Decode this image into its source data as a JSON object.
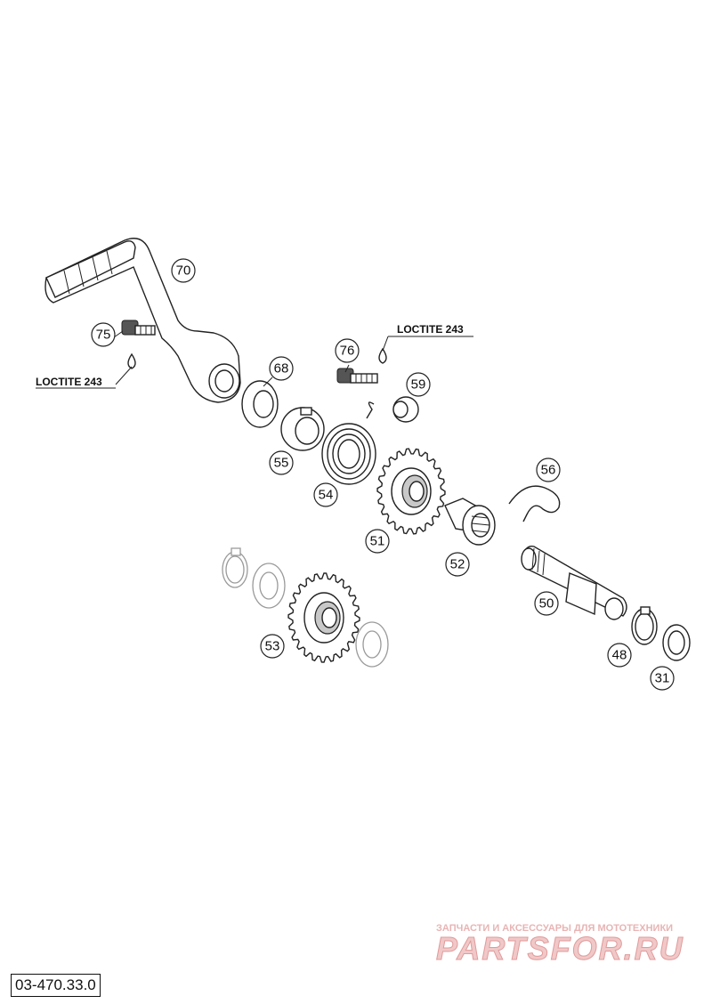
{
  "callouts": [
    {
      "id": "70",
      "label": "70"
    },
    {
      "id": "75",
      "label": "75"
    },
    {
      "id": "76",
      "label": "76"
    },
    {
      "id": "68",
      "label": "68"
    },
    {
      "id": "59",
      "label": "59"
    },
    {
      "id": "55",
      "label": "55"
    },
    {
      "id": "54",
      "label": "54"
    },
    {
      "id": "56",
      "label": "56"
    },
    {
      "id": "51",
      "label": "51"
    },
    {
      "id": "52",
      "label": "52"
    },
    {
      "id": "50",
      "label": "50"
    },
    {
      "id": "53",
      "label": "53"
    },
    {
      "id": "48",
      "label": "48"
    },
    {
      "id": "31",
      "label": "31"
    }
  ],
  "notes": {
    "loctite_left": "LOCTITE 243",
    "loctite_right": "LOCTITE 243"
  },
  "drawing_number": "03-470.33.0",
  "watermark": {
    "tagline": "ЗАПЧАСТИ И АКСЕССУАРЫ ДЛЯ МОТОТЕХНИКИ",
    "logo": "PARTSFOR.RU"
  }
}
